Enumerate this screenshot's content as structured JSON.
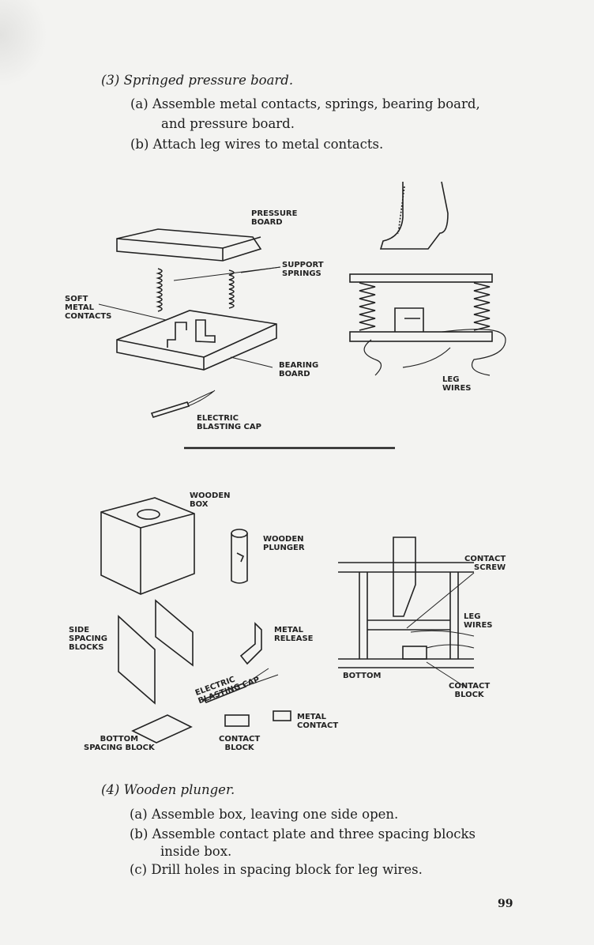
{
  "section3": {
    "heading": "(3) Springed pressure board.",
    "items": [
      "(a) Assemble metal contacts, springs, bearing board,",
      "and pressure board.",
      "(b) Attach leg wires to metal contacts."
    ]
  },
  "figure1": {
    "labels": {
      "pressure_board": "PRESSURE\nBOARD",
      "support_springs": "SUPPORT\nSPRINGS",
      "soft_metal_contacts": "SOFT\nMETAL\nCONTACTS",
      "bearing_board": "BEARING\nBOARD",
      "blasting_cap": "ELECTRIC\nBLASTING CAP",
      "leg_wires": "LEG\nWIRES"
    }
  },
  "figure2": {
    "labels": {
      "wooden_box": "WOODEN\nBOX",
      "wooden_plunger": "WOODEN\nPLUNGER",
      "side_spacing_blocks": "SIDE\nSPACING\nBLOCKS",
      "metal_release": "METAL\nRELEASE",
      "blasting_cap": "ELECTRIC\nBLASTING CAP",
      "metal_contact": "METAL\nCONTACT",
      "bottom_spacing_block": "BOTTOM\nSPACING BLOCK",
      "contact_block": "CONTACT\nBLOCK",
      "contact_screw": "CONTACT\nSCREW",
      "leg_wires": "LEG\nWIRES",
      "bottom": "BOTTOM",
      "contact_block_right": "CONTACT\nBLOCK"
    }
  },
  "section4": {
    "heading": "(4) Wooden plunger.",
    "items": [
      "(a) Assemble box, leaving one side open.",
      "(b) Assemble contact plate and three spacing blocks",
      "inside box.",
      "(c) Drill holes in spacing block for leg wires."
    ]
  },
  "page_number": "99"
}
